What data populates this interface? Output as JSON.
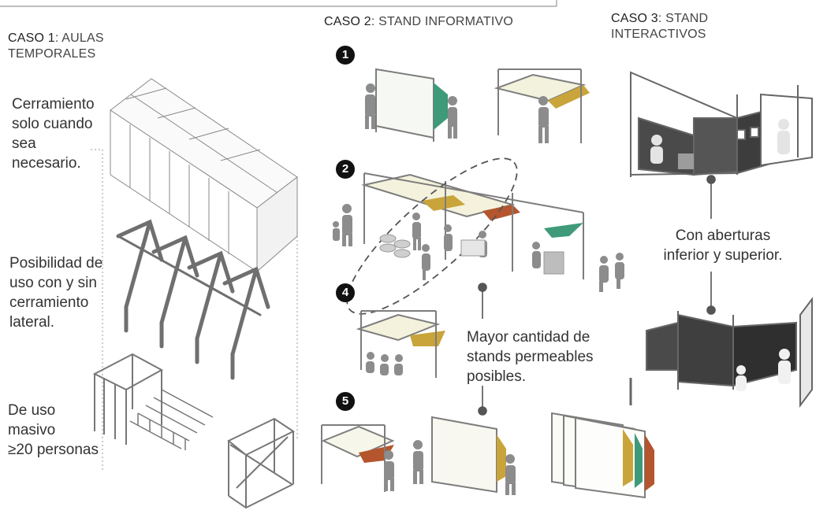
{
  "case1": {
    "prefix": "CASO 1",
    "title_line1": ": AULAS",
    "title_line2": "TEMPORALES",
    "note1": [
      "Cerramiento",
      "solo cuando",
      "sea",
      "necesario."
    ],
    "note2": [
      "Posibilidad de",
      "uso con y sin",
      "cerramiento",
      "lateral."
    ],
    "note3": [
      "De uso",
      "masivo",
      "≥20 personas"
    ]
  },
  "case2": {
    "prefix": "CASO 2",
    "title": ": STAND INFORMATIVO",
    "steps": [
      "1",
      "2",
      "4",
      "5"
    ],
    "note": [
      "Mayor cantidad de",
      "stands permeables",
      "posibles."
    ]
  },
  "case3": {
    "prefix": "CASO 3",
    "title_line1": ": STAND",
    "title_line2": "INTERACTIVOS",
    "note": [
      "Con aberturas",
      "inferior y superior."
    ]
  },
  "colors": {
    "line": "#7a7a7a",
    "figure": "#8c8c8c",
    "accent_green": "#3f9a7a",
    "accent_ochre": "#c9a43a",
    "accent_rust": "#b4552d",
    "dark_panel": "#4a4a4a"
  }
}
